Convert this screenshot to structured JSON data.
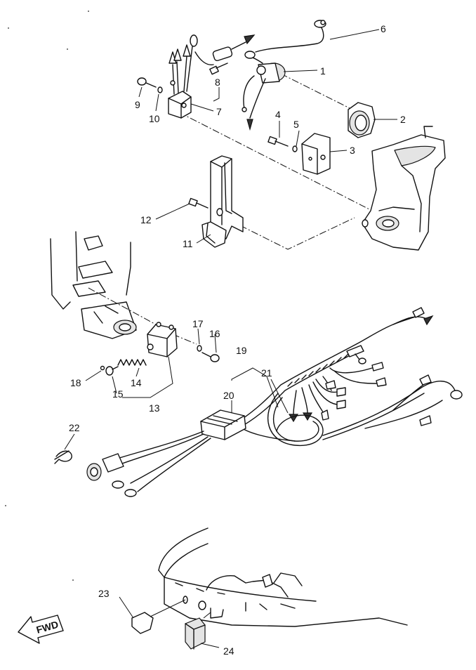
{
  "callouts": [
    {
      "id": "c1",
      "text": "1"
    },
    {
      "id": "c2",
      "text": "2"
    },
    {
      "id": "c3",
      "text": "3"
    },
    {
      "id": "c4",
      "text": "4"
    },
    {
      "id": "c5",
      "text": "5"
    },
    {
      "id": "c6",
      "text": "6"
    },
    {
      "id": "c7",
      "text": "7"
    },
    {
      "id": "c8",
      "text": "8"
    },
    {
      "id": "c9",
      "text": "9"
    },
    {
      "id": "c10",
      "text": "10"
    },
    {
      "id": "c11",
      "text": "11"
    },
    {
      "id": "c12",
      "text": "12"
    },
    {
      "id": "c13",
      "text": "13"
    },
    {
      "id": "c14",
      "text": "14"
    },
    {
      "id": "c15",
      "text": "15"
    },
    {
      "id": "c16",
      "text": "16"
    },
    {
      "id": "c17",
      "text": "17"
    },
    {
      "id": "c18",
      "text": "18"
    },
    {
      "id": "c19",
      "text": "19"
    },
    {
      "id": "c20",
      "text": "20"
    },
    {
      "id": "c21",
      "text": "21"
    },
    {
      "id": "c22",
      "text": "22"
    },
    {
      "id": "c23",
      "text": "23"
    },
    {
      "id": "c24",
      "text": "24"
    }
  ],
  "fwd_label": "FWD"
}
